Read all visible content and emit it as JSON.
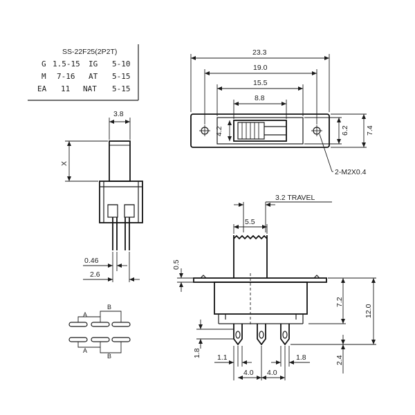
{
  "spec_table": {
    "model": "SS-22F25(2P2T)",
    "rows": [
      [
        "G",
        "1.5-15",
        "IG",
        "5-10"
      ],
      [
        "M",
        "7-16",
        "AT",
        "5-15"
      ],
      [
        "EA",
        "11",
        "NAT",
        "5-15"
      ]
    ]
  },
  "top_view": {
    "dim_overall": "23.3",
    "dim_mount": "19.0",
    "dim_body": "15.5",
    "dim_slot": "8.8",
    "dim_slot_height": "4.2",
    "dim_body_height": "6.2",
    "dim_plate_height": "7.4",
    "hole_note": "2-M2X0.4"
  },
  "side_view": {
    "dim_actuator_width": "3.8",
    "dim_actuator_height": "X",
    "dim_pin_thickness": "0.46",
    "dim_pin_offset": "2.6"
  },
  "front_view": {
    "travel_label": "3.2 TRAVEL",
    "dim_actuator": "5.5",
    "dim_plate": "0.5",
    "dim_body_height": "7.2",
    "dim_total_height": "12.0",
    "dim_pin_len": "2.4",
    "dim_pin_w_left": "1.8",
    "dim_pin_w_right": "1.8",
    "dim_pin_hole_left": "1.1",
    "dim_pitch_1": "4.0",
    "dim_pitch_2": "4.0",
    "dim_pin_vertical": "1.8"
  },
  "pinout": {
    "label_a_top": "A",
    "label_b_top": "B",
    "label_a_bottom": "A",
    "label_b_bottom": "B"
  }
}
